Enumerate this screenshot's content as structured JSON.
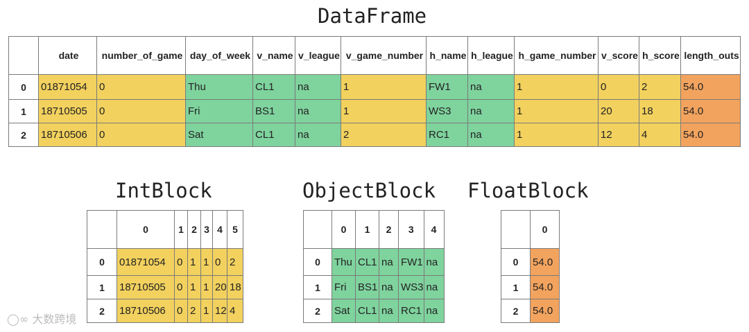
{
  "titles": {
    "dataframe": "DataFrame",
    "intblock": "IntBlock",
    "objectblock": "ObjectBlock",
    "floatblock": "FloatBlock"
  },
  "colors": {
    "int": "#f2d15e",
    "object": "#7fd39d",
    "float": "#f2a35e"
  },
  "dataframe": {
    "columns": [
      "date",
      "number_of_game",
      "day_of_week",
      "v_name",
      "v_league",
      "v_game_number",
      "h_name",
      "h_league",
      "h_game_number",
      "v_score",
      "h_score",
      "length_outs"
    ],
    "column_types": [
      "int",
      "int",
      "object",
      "object",
      "object",
      "int",
      "object",
      "object",
      "int",
      "int",
      "int",
      "float"
    ],
    "rows": [
      {
        "index": "0",
        "cells": [
          "01871054",
          "0",
          "Thu",
          "CL1",
          "na",
          "1",
          "FW1",
          "na",
          "1",
          "0",
          "2",
          "54.0"
        ]
      },
      {
        "index": "1",
        "cells": [
          "18710505",
          "0",
          "Fri",
          "BS1",
          "na",
          "1",
          "WS3",
          "na",
          "1",
          "20",
          "18",
          "54.0"
        ]
      },
      {
        "index": "2",
        "cells": [
          "18710506",
          "0",
          "Sat",
          "CL1",
          "na",
          "2",
          "RC1",
          "na",
          "1",
          "12",
          "4",
          "54.0"
        ]
      }
    ]
  },
  "intblock": {
    "columns": [
      "0",
      "1",
      "2",
      "3",
      "4",
      "5"
    ],
    "rows": [
      {
        "index": "0",
        "cells": [
          "01871054",
          "0",
          "1",
          "1",
          "0",
          "2"
        ]
      },
      {
        "index": "1",
        "cells": [
          "18710505",
          "0",
          "1",
          "1",
          "20",
          "18"
        ]
      },
      {
        "index": "2",
        "cells": [
          "18710506",
          "0",
          "2",
          "1",
          "12",
          "4"
        ]
      }
    ]
  },
  "objectblock": {
    "columns": [
      "0",
      "1",
      "2",
      "3",
      "4"
    ],
    "rows": [
      {
        "index": "0",
        "cells": [
          "Thu",
          "CL1",
          "na",
          "FW1",
          "na"
        ]
      },
      {
        "index": "1",
        "cells": [
          "Fri",
          "BS1",
          "na",
          "WS3",
          "na"
        ]
      },
      {
        "index": "2",
        "cells": [
          "Sat",
          "CL1",
          "na",
          "RC1",
          "na"
        ]
      }
    ]
  },
  "floatblock": {
    "columns": [
      "0"
    ],
    "rows": [
      {
        "index": "0",
        "cells": [
          "54.0"
        ]
      },
      {
        "index": "1",
        "cells": [
          "54.0"
        ]
      },
      {
        "index": "2",
        "cells": [
          "54.0"
        ]
      }
    ]
  },
  "watermark": "大数跨境"
}
